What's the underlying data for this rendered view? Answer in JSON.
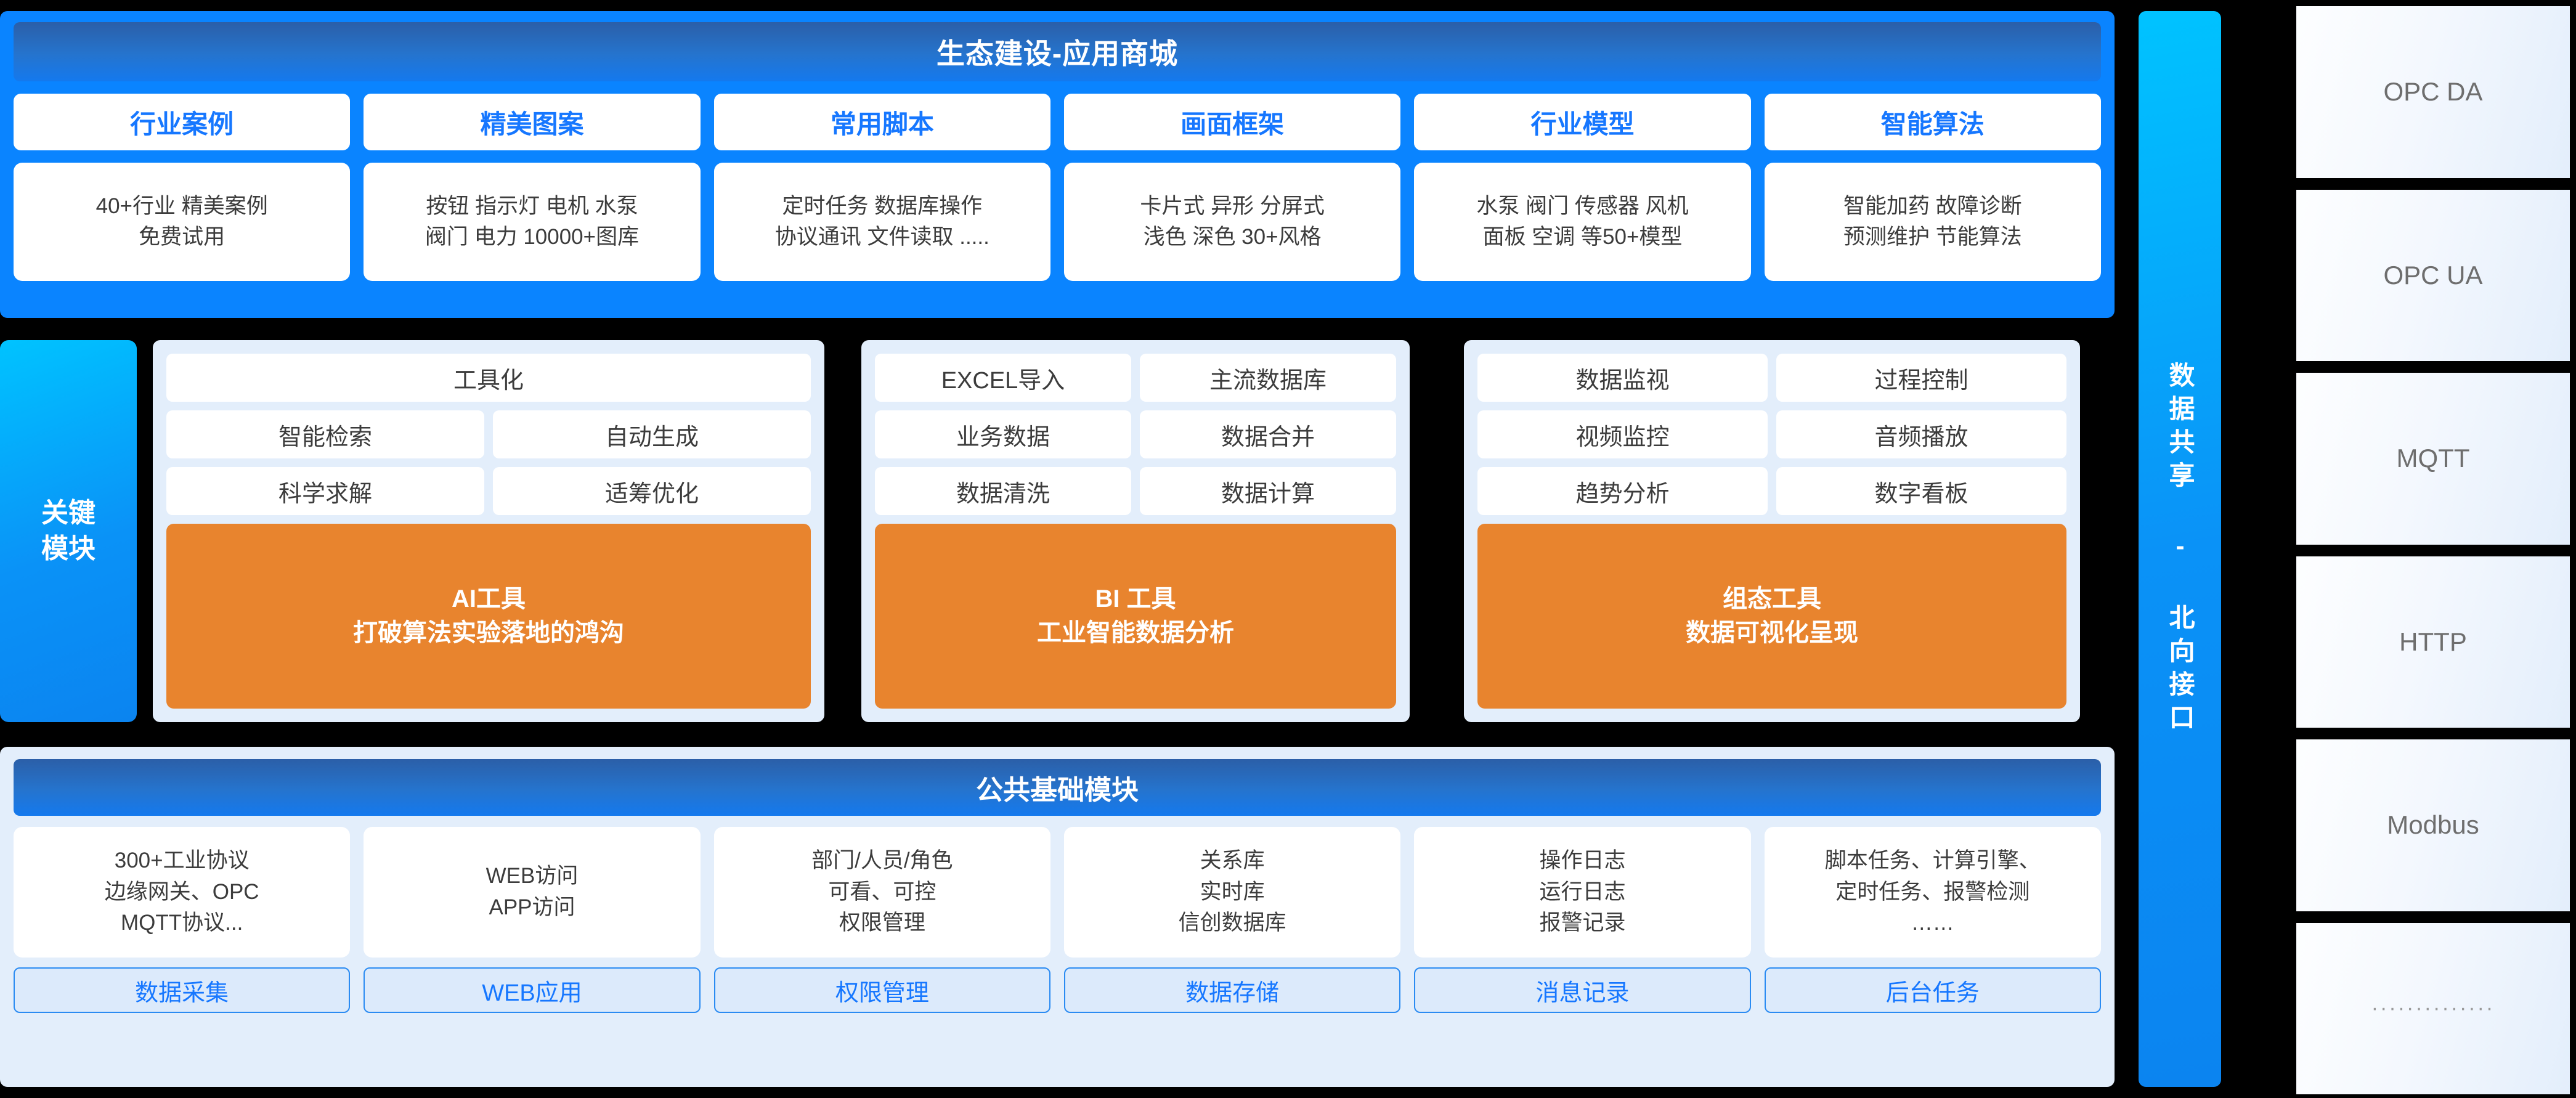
{
  "ecosystem": {
    "title": "生态建设-应用商城",
    "tabs": [
      {
        "label": "行业案例"
      },
      {
        "label": "精美图案"
      },
      {
        "label": "常用脚本"
      },
      {
        "label": "画面框架"
      },
      {
        "label": "行业模型"
      },
      {
        "label": "智能算法"
      }
    ],
    "cards": [
      {
        "line1": "40+行业 精美案例",
        "line2": "免费试用"
      },
      {
        "line1": "按钮 指示灯 电机 水泵",
        "line2": "阀门 电力 10000+图库"
      },
      {
        "line1": "定时任务  数据库操作",
        "line2": "协议通讯  文件读取 ....."
      },
      {
        "line1": "卡片式 异形 分屏式",
        "line2": "浅色  深色  30+风格"
      },
      {
        "line1": "水泵 阀门 传感器 风机",
        "line2": "面板 空调  等50+模型"
      },
      {
        "line1": "智能加药 故障诊断",
        "line2": "预测维护 节能算法"
      }
    ]
  },
  "key_modules": {
    "sidebar_label_line1": "关键",
    "sidebar_label_line2": "模块",
    "panels": [
      {
        "name": "ai-tools",
        "cells": [
          {
            "label": "工具化",
            "span": "full"
          },
          {
            "label": "智能检索",
            "span": "half"
          },
          {
            "label": "自动生成",
            "span": "half"
          },
          {
            "label": "科学求解",
            "span": "half"
          },
          {
            "label": "适筹优化",
            "span": "half"
          }
        ],
        "banner_title": "AI工具",
        "banner_subtitle": "打破算法实验落地的鸿沟"
      },
      {
        "name": "bi-tools",
        "cells": [
          {
            "label": "EXCEL导入",
            "span": "half"
          },
          {
            "label": "主流数据库",
            "span": "half"
          },
          {
            "label": "业务数据",
            "span": "half"
          },
          {
            "label": "数据合并",
            "span": "half"
          },
          {
            "label": "数据清洗",
            "span": "half"
          },
          {
            "label": "数据计算",
            "span": "half"
          }
        ],
        "banner_title": "BI 工具",
        "banner_subtitle": "工业智能数据分析"
      },
      {
        "name": "config-tools",
        "cells": [
          {
            "label": "数据监视",
            "span": "half"
          },
          {
            "label": "过程控制",
            "span": "half"
          },
          {
            "label": "视频监控",
            "span": "half"
          },
          {
            "label": "音频播放",
            "span": "half"
          },
          {
            "label": "趋势分析",
            "span": "half"
          },
          {
            "label": "数字看板",
            "span": "half"
          }
        ],
        "banner_title": "组态工具",
        "banner_subtitle": "数据可视化呈现"
      }
    ]
  },
  "base_modules": {
    "title": "公共基础模块",
    "cards": [
      {
        "lines": [
          "300+工业协议",
          "边缘网关、OPC",
          "MQTT协议..."
        ]
      },
      {
        "lines": [
          "WEB访问",
          "APP访问"
        ]
      },
      {
        "lines": [
          "部门/人员/角色",
          "可看、可控",
          "权限管理"
        ]
      },
      {
        "lines": [
          "关系库",
          "实时库",
          "信创数据库"
        ]
      },
      {
        "lines": [
          "操作日志",
          "运行日志",
          "报警记录"
        ]
      },
      {
        "lines": [
          "脚本任务、计算引擎、",
          "定时任务、报警检测",
          "……"
        ]
      }
    ],
    "tags": [
      {
        "label": "数据采集"
      },
      {
        "label": "WEB应用"
      },
      {
        "label": "权限管理"
      },
      {
        "label": "数据存储"
      },
      {
        "label": "消息记录"
      },
      {
        "label": "后台任务"
      }
    ]
  },
  "data_sharing": {
    "vertical_label": "数据共享 - 北向接口",
    "protocols": [
      {
        "label": "OPC DA"
      },
      {
        "label": "OPC UA"
      },
      {
        "label": "MQTT"
      },
      {
        "label": "HTTP"
      },
      {
        "label": "Modbus"
      },
      {
        "label": "··············"
      }
    ]
  },
  "colors": {
    "brand_blue": "#0A84FF",
    "tab_blue": "#1677FF",
    "banner_orange": "#E8842E",
    "panel_bg": "#E3EEFB",
    "text_dark": "#3C3C3C",
    "proto_text": "#6E6E6E"
  }
}
